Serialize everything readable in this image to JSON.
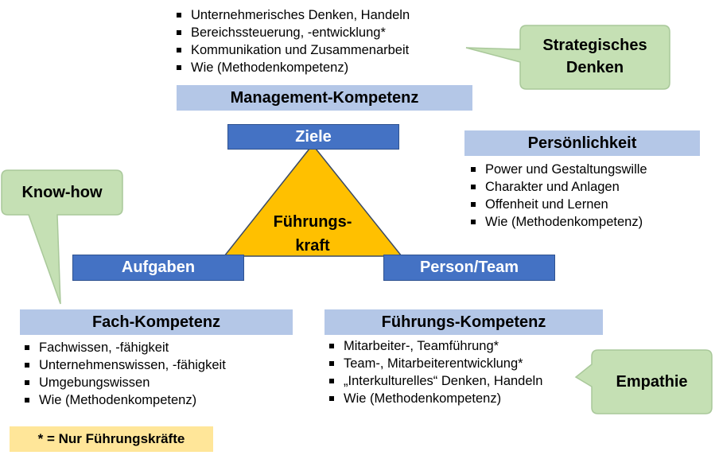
{
  "management": {
    "title": "Management-Kompetenz",
    "items": [
      "Unternehmerisches Denken, Handeln",
      "Bereichssteuerung, -entwicklung*",
      "Kommunikation und Zusammenarbeit",
      "Wie (Methodenkompetenz)"
    ]
  },
  "persoenlichkeit": {
    "title": "Persönlichkeit",
    "items": [
      "Power und Gestaltungswille",
      "Charakter und Anlagen",
      "Offenheit und Lernen",
      "Wie (Methodenkompetenz)"
    ]
  },
  "fach": {
    "title": "Fach-Kompetenz",
    "items": [
      "Fachwissen, -fähigkeit",
      "Unternehmenswissen, -fähigkeit",
      "Umgebungswissen",
      "Wie (Methodenkompetenz)"
    ]
  },
  "fuehrung": {
    "title": "Führungs-Kompetenz",
    "items": [
      "Mitarbeiter-, Teamführung*",
      "Team-, Mitarbeiterentwicklung*",
      "„Interkulturelles“ Denken, Handeln",
      "Wie (Methodenkompetenz)"
    ]
  },
  "triangle": {
    "top": "Ziele",
    "left": "Aufgaben",
    "right": "Person/Team",
    "center_line1": "Führungs-",
    "center_line2": "kraft"
  },
  "callouts": {
    "strategisch_line1": "Strategisches",
    "strategisch_line2": "Denken",
    "knowhow": "Know-how",
    "empathie": "Empathie"
  },
  "legend": "* = Nur Führungskräfte",
  "colors": {
    "label_bg": "#b4c7e7",
    "bar_blue": "#4472c4",
    "triangle": "#ffc000",
    "callout_green": "#c5e0b4",
    "legend_yellow": "#ffe699"
  }
}
